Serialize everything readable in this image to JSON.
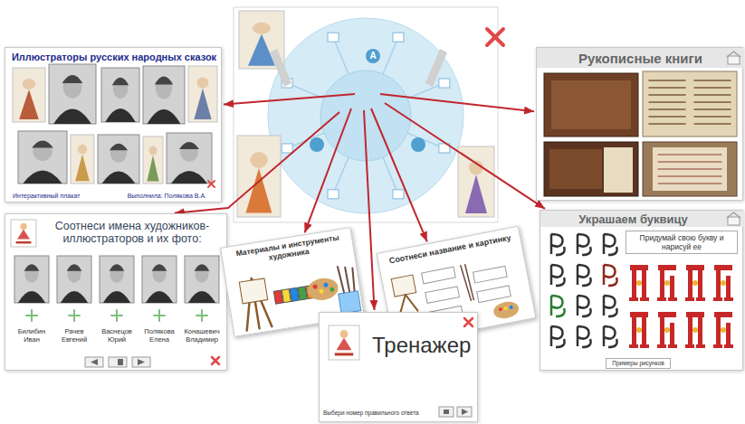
{
  "diagram": {
    "nodes": [
      {
        "text": [
          "А"
        ]
      },
      {
        "text": [
          "Иллюстраторы русских народных сказок",
          "Интерактивный плакат",
          "Выполнила: Полякова В.А."
        ]
      },
      {
        "text": [
          "Рукописные книги"
        ]
      },
      {
        "text": [
          "Соотнеси имена художников-иллюстраторов и их фото:",
          "Билибин Иван",
          "Рачев Евгений",
          "Васнецов Юрий",
          "Полякова Елена",
          "Конашевич Владимир"
        ]
      },
      {
        "text": [
          "Материалы и инструменты художника"
        ]
      },
      {
        "text": [
          "Соотнеси название и картинку"
        ]
      },
      {
        "text": [
          "Тренажер",
          "Выбери номер правильного ответа"
        ]
      },
      {
        "text": [
          "Украшаем буквицу",
          "Придумай свою букву и нарисуй ее",
          "Примеры рисунков"
        ]
      }
    ],
    "edges": [
      {
        "from": 0,
        "to": 1,
        "arrow": "to"
      },
      {
        "from": 0,
        "to": 2,
        "arrow": "to"
      },
      {
        "from": 0,
        "to": 3,
        "arrow": "to"
      },
      {
        "from": 0,
        "to": 4,
        "arrow": "to"
      },
      {
        "from": 0,
        "to": 5,
        "arrow": "to"
      },
      {
        "from": 0,
        "to": 6,
        "arrow": "to"
      },
      {
        "from": 0,
        "to": 7,
        "arrow": "to"
      }
    ]
  }
}
